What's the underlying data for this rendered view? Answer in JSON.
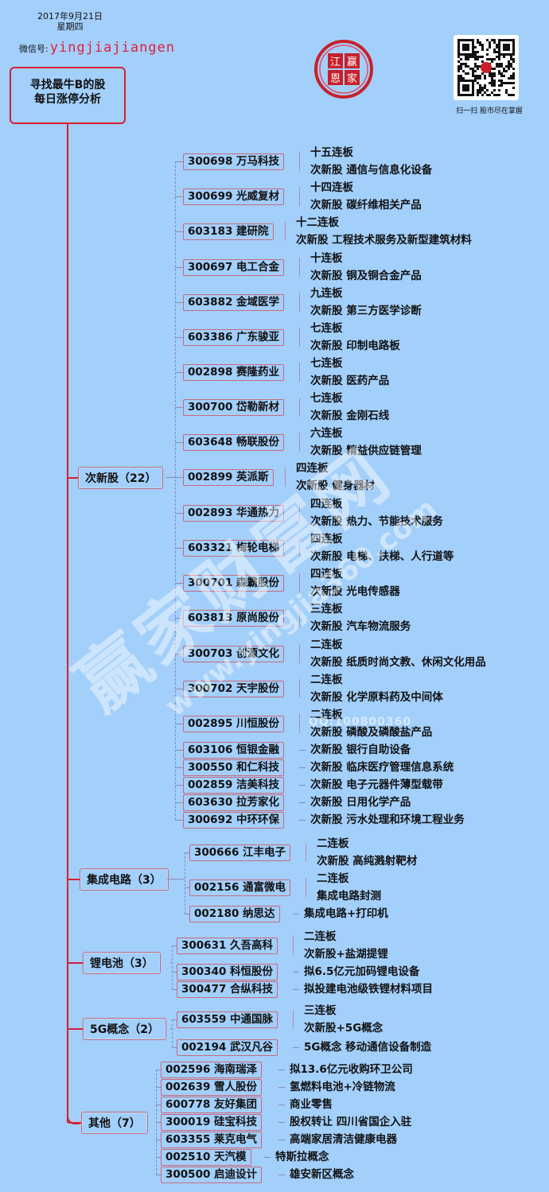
{
  "header": {
    "date": "2017年9月21日",
    "weekday": "星期四",
    "wechat_label": "微信号:",
    "wechat_id": "yingjiajiangen",
    "qr_caption": "扫一扫 股市尽在掌握",
    "logo_chars": [
      "江",
      "赢",
      "恩",
      "家"
    ]
  },
  "root": {
    "line1": "寻找最牛B的股",
    "line2": "每日涨停分析"
  },
  "watermark": {
    "brand": "赢家财富网",
    "url": "www.yingjia360.com",
    "qq": "QQ:100800360"
  },
  "colors": {
    "background": "#a3cffb",
    "accent_red": "#d52030",
    "wechat_id": "#e0203a"
  },
  "categories": [
    {
      "label": "次新股（22）",
      "stocks": [
        {
          "name": "300698 万马科技",
          "notes": [
            "十五连板",
            "次新股 通信与信息化设备"
          ]
        },
        {
          "name": "300699 光威复材",
          "notes": [
            "十四连板",
            "次新股 碳纤维相关产品"
          ]
        },
        {
          "name": "603183 建研院",
          "notes": [
            "十二连板",
            "次新股 工程技术服务及新型建筑材料"
          ]
        },
        {
          "name": "300697 电工合金",
          "notes": [
            "十连板",
            "次新股 铜及铜合金产品"
          ]
        },
        {
          "name": "603882 金域医学",
          "notes": [
            "九连板",
            "次新股 第三方医学诊断"
          ]
        },
        {
          "name": "603386 广东骏亚",
          "notes": [
            "七连板",
            "次新股 印制电路板"
          ]
        },
        {
          "name": "002898 赛隆药业",
          "notes": [
            "七连板",
            "次新股 医药产品"
          ]
        },
        {
          "name": "300700 岱勒新材",
          "notes": [
            "七连板",
            "次新股 金刚石线"
          ]
        },
        {
          "name": "603648 畅联股份",
          "notes": [
            "六连板",
            "次新股 精益供应链管理"
          ]
        },
        {
          "name": "002899 英派斯",
          "notes": [
            "四连板",
            "次新股 健身器材"
          ]
        },
        {
          "name": "002893 华通热力",
          "notes": [
            "四连板",
            "次新股 热力、节能技术服务"
          ]
        },
        {
          "name": "603321 梅轮电梯",
          "notes": [
            "四连板",
            "次新股 电梯、扶梯、人行道等"
          ]
        },
        {
          "name": "300701 森霸股份",
          "notes": [
            "四连板",
            "次新股 光电传感器"
          ]
        },
        {
          "name": "603813 原尚股份",
          "notes": [
            "三连板",
            "次新股 汽车物流服务"
          ]
        },
        {
          "name": "300703 创源文化",
          "notes": [
            "二连板",
            "次新股 纸质时尚文教、休闲文化用品"
          ]
        },
        {
          "name": "300702 天宇股份",
          "notes": [
            "二连板",
            "次新股 化学原料药及中间体"
          ]
        },
        {
          "name": "002895 川恒股份",
          "notes": [
            "二连板",
            "次新股 磷酸及磷酸盐产品"
          ]
        },
        {
          "name": "603106 恒银金融",
          "notes": [
            "次新股 银行自助设备"
          ]
        },
        {
          "name": "300550 和仁科技",
          "notes": [
            "次新股 临床医疗管理信息系统"
          ]
        },
        {
          "name": "002859 洁美科技",
          "notes": [
            "次新股 电子元器件薄型载带"
          ]
        },
        {
          "name": "603630 拉芳家化",
          "notes": [
            "次新股 日用化学产品"
          ]
        },
        {
          "name": "300692 中环环保",
          "notes": [
            "次新股 污水处理和环境工程业务"
          ]
        }
      ]
    },
    {
      "label": "集成电路（3）",
      "stocks": [
        {
          "name": "300666 江丰电子",
          "notes": [
            "二连板",
            "次新股 高纯溅射靶材"
          ]
        },
        {
          "name": "002156 通富微电",
          "notes": [
            "二连板",
            "集成电路封测"
          ]
        },
        {
          "name": "002180 纳思达",
          "notes": [
            "集成电路+打印机"
          ]
        }
      ]
    },
    {
      "label": "锂电池（3）",
      "stocks": [
        {
          "name": "300631 久吾高科",
          "notes": [
            "二连板",
            "次新股+盐湖提锂"
          ]
        },
        {
          "name": "300340 科恒股份",
          "notes": [
            "拟6.5亿元加码锂电设备"
          ]
        },
        {
          "name": "300477 合纵科技",
          "notes": [
            "拟投建电池级铁锂材料项目"
          ]
        }
      ]
    },
    {
      "label": "5G概念（2）",
      "stocks": [
        {
          "name": "603559 中通国脉",
          "notes": [
            "三连板",
            "次新股+5G概念"
          ]
        },
        {
          "name": "002194 武汉凡谷",
          "notes": [
            "5G概念 移动通信设备制造"
          ]
        }
      ]
    },
    {
      "label": "其他（7）",
      "stocks": [
        {
          "name": "002596 海南瑞泽",
          "notes": [
            "拟13.6亿元收购环卫公司"
          ]
        },
        {
          "name": "002639 雪人股份",
          "notes": [
            "氢燃料电池+冷链物流"
          ]
        },
        {
          "name": "600778 友好集团",
          "notes": [
            "商业零售"
          ]
        },
        {
          "name": "300019 硅宝科技",
          "notes": [
            "股权转让 四川省国企入驻"
          ]
        },
        {
          "name": "603355 莱克电气",
          "notes": [
            "高端家居清洁健康电器"
          ]
        },
        {
          "name": "002510 天汽模",
          "notes": [
            "特斯拉概念"
          ]
        },
        {
          "name": "300500 启迪设计",
          "notes": [
            "雄安新区概念"
          ]
        }
      ]
    }
  ]
}
